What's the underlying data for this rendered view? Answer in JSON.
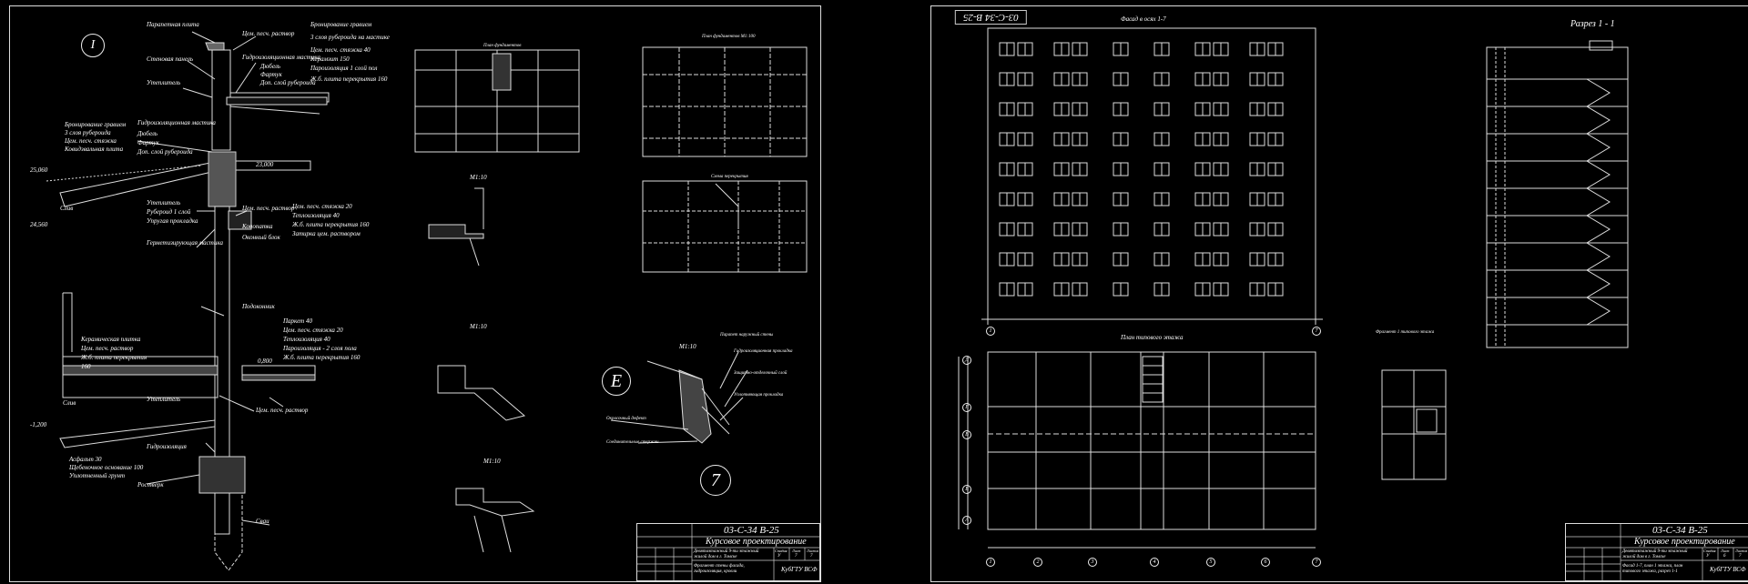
{
  "sheet1": {
    "section_marker": "I",
    "detail_marker": "E",
    "sheet_number": "7",
    "elevations": [
      "25,060",
      "24,560",
      "23,000",
      "0,800",
      "-1,200"
    ],
    "roof_labels": [
      "Парапетная плита",
      "Стеновая панель",
      "Утеплитель"
    ],
    "roof_note": [
      "Цем. песч. раствор",
      "Гидроизоляционная мастика",
      "Дюбель",
      "Фартук",
      "Доп. слой рубероида"
    ],
    "roof_layers": [
      "Бронирование гравием",
      "3 слоя рубероида на мастике",
      "Цем. песч. стяжка 40",
      "Керамзит 150",
      "Пароизоляция 1 слой пол",
      "Ж.б. плита перекрытия 160"
    ],
    "parapet_layers": [
      "Бронирование гравием",
      "3 слоя рубероида",
      "Цем. песч. стяжка",
      "Ковидзвальная плита"
    ],
    "parapet_note": [
      "Гидроизоляционная мастика",
      "Дюбель",
      "Фартук",
      "Доп. слой рубероида"
    ],
    "wall_labels": [
      "Утеплитель",
      "Рубероид 1 слой",
      "Упругая прокладка",
      "Герметизирующая мастика",
      "Слив"
    ],
    "wall_note": [
      "Цем. песч. раствор",
      "Конопатка",
      "Оконный блок"
    ],
    "slab_layers": [
      "Цем. песч. стяжка 20",
      "Теплоизоляция 40",
      "Ж.б. плита перекрытия 160",
      "Затирка цем. раствором"
    ],
    "floor_label": "Подоконник",
    "floor_layers": [
      "Паркет 40",
      "Цем. песч. стяжка 20",
      "Теплоизоляция 40",
      "Пароизоляция - 2 слоя пола",
      "Ж.б. плита перекрытия 160"
    ],
    "ceramic_layers": [
      "Керамическая плитка",
      "Цем. песч. раствор",
      "Ж.б. плита перекрытия",
      "160"
    ],
    "lower_labels": [
      "Слив",
      "Утеплитель",
      "Цем. песч. раствор",
      "Гидроизоляция",
      "Ростверк",
      "Сваи"
    ],
    "ground_layers": [
      "Асфальт 30",
      "Щебеночное основание 100",
      "Уплотненный грунт"
    ],
    "scale_labels": [
      "М1:10",
      "М1:10",
      "М1:10",
      "М1:10"
    ],
    "plan_titles": [
      "План фундаментов",
      "План фундаментов М1:100",
      "Схема перекрытия"
    ],
    "detail_notes": [
      "Парапет наружный стены",
      "Защитно-отделочный слой",
      "Окрасочный дефект",
      "Гидроизоляционная прокладка",
      "Уплотняющая прокладка",
      "Соединительные стержни"
    ],
    "stamp": {
      "code": "03-С-34 В-25",
      "name": "Курсовое проектирование",
      "desc": "Девятиэтажный 9-ти этажный жилой дом в г. Томске",
      "sheet_desc": "Фрагмент стены фасада, гидроизоляция, кровли",
      "org": "КубГТУ ВСФ",
      "headers": [
        "Стадия",
        "Лист",
        "Листов"
      ],
      "values": [
        "У",
        "7",
        "7"
      ]
    }
  },
  "sheet2": {
    "corner_code": "03-С-34 В-25",
    "facade_title": "Фасад в осях 1-7",
    "section_title": "Разрез 1 - 1",
    "plan_title": "План типового этажа",
    "fragment_title": "Фрагмент 1 типового этажа",
    "axes_bottom": [
      "1",
      "2",
      "3",
      "4",
      "5",
      "6",
      "7"
    ],
    "axes_side": [
      "А",
      "Б",
      "В",
      "Г",
      "Д"
    ],
    "stamp": {
      "code": "03-С-34 В-25",
      "name": "Курсовое проектирование",
      "desc": "Девятиэтажный 9-ти этажный жилой дом в г. Томске",
      "sheet_desc": "Фасад 1-7, план 1 этажа, план типового этажа, разрез 1-1",
      "org": "КубГТУ ВСФ",
      "headers": [
        "Стадия",
        "Лист",
        "Листов"
      ],
      "values": [
        "У",
        "6",
        "7"
      ]
    }
  }
}
